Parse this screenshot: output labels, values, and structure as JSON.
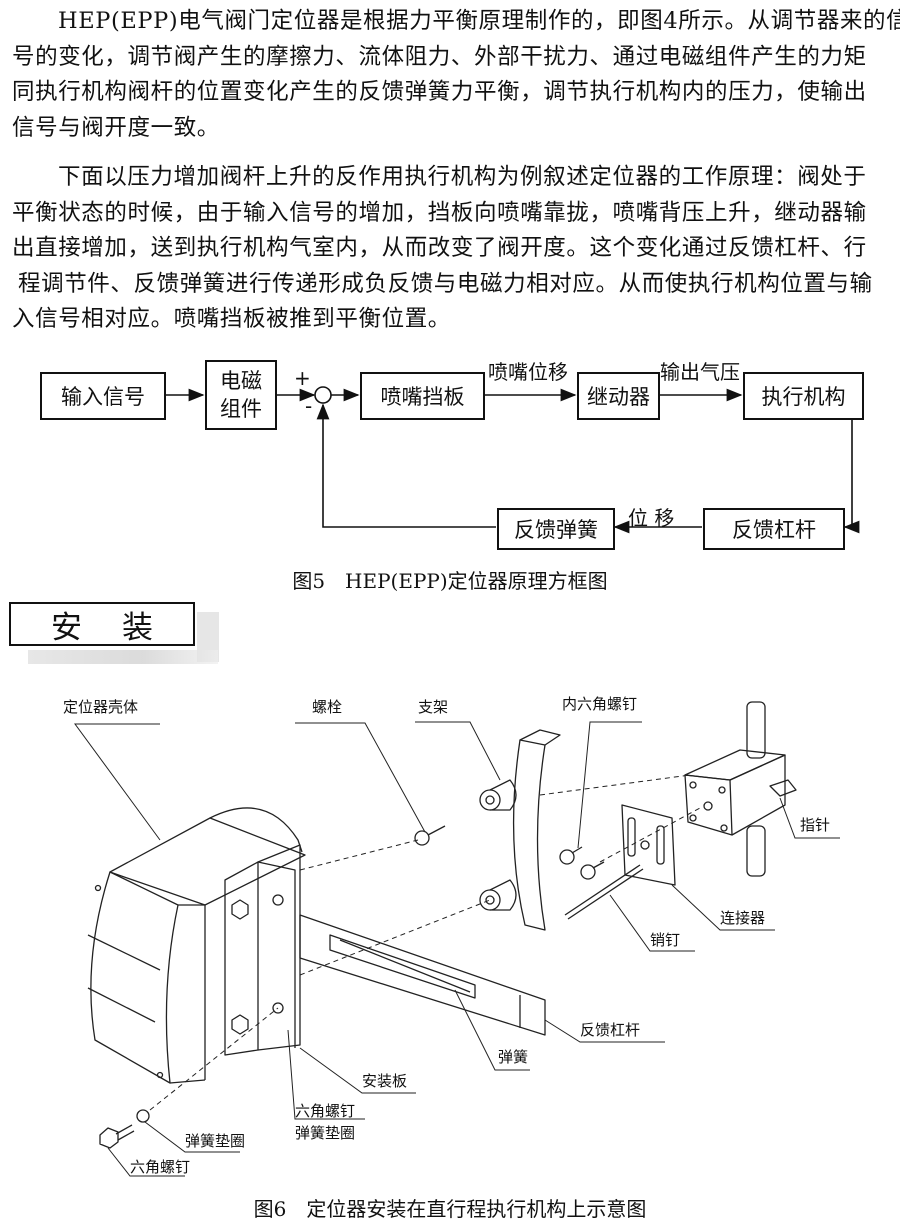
{
  "paragraph1": {
    "lines": [
      "HEP(EPP)电气阀门定位器是根据力平衡原理制作的，即图4所示。从调节器来的信",
      "号的变化，调节阀产生的摩擦力、流体阻力、外部干扰力、通过电磁组件产生的力矩",
      "同执行机构阀杆的位置变化产生的反馈弹簧力平衡，调节执行机构内的压力，使输出",
      "信号与阀开度一致。"
    ]
  },
  "paragraph2": {
    "lines": [
      "下面以压力增加阀杆上升的反作用执行机构为例叙述定位器的工作原理：阀处于",
      "平衡状态的时候，由于输入信号的增加，挡板向喷嘴靠拢，喷嘴背压上升，继动器输",
      "出直接增加，送到执行机构气室内，从而改变了阀开度。这个变化通过反馈杠杆、行",
      "程调节件、反馈弹簧进行传递形成负反馈与电磁力相对应。从而使执行机构位置与输",
      "入信号相对应。喷嘴挡板被推到平衡位置。"
    ]
  },
  "figure5": {
    "blocks": {
      "input": "输入信号",
      "em_1": "电磁",
      "em_2": "组件",
      "nozzle": "喷嘴挡板",
      "relay": "继动器",
      "actuator": "执行机构",
      "lever": "反馈杠杆",
      "spring": "反馈弹簧"
    },
    "signals": {
      "plus": "+",
      "minus": "-",
      "nozzle_disp": "喷嘴位移",
      "output_pressure": "输出气压",
      "displacement": "位 移"
    },
    "caption": "图5　HEP(EPP)定位器原理方框图"
  },
  "section_title": {
    "char1": "安",
    "char2": "装"
  },
  "figure6": {
    "labels": {
      "housing": "定位器壳体",
      "bolt": "螺栓",
      "bracket": "支架",
      "socket_screw": "内六角螺钉",
      "pointer": "指针",
      "connector": "连接器",
      "pin": "销钉",
      "feedback_lever": "反馈杠杆",
      "spring": "弹簧",
      "mount_plate": "安装板",
      "hex_screw_1": "六角螺钉",
      "spring_washer_1": "弹簧垫圈",
      "spring_washer_2": "弹簧垫圈",
      "hex_screw_2": "六角螺钉"
    },
    "caption": "图6　定位器安装在直行程执行机构上示意图"
  }
}
